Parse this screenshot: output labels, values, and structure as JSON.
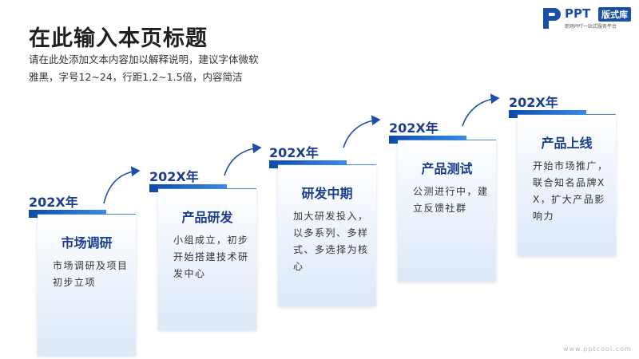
{
  "header": {
    "title": "在此输入本页标题",
    "subtitle_line1": "请在此处添加文本内容加以解释说明，建议字体微软",
    "subtitle_line2": "雅黑，字号12~24，行距1.2~1.5倍，内容简洁"
  },
  "logo": {
    "ppt": "PPT",
    "badge": "版式库",
    "tagline": "职场PPT一站式服务平台"
  },
  "watermark": "www.pptcool.com",
  "colors": {
    "accent": "#1a4fa8",
    "title_blue": "#1a3d8f",
    "bar_start": "#0e4aa8",
    "bar_end": "#3a8ce8"
  },
  "steps": [
    {
      "year": "202X年",
      "title": "市场调研",
      "text": "市场调研及项目初步立项"
    },
    {
      "year": "202X年",
      "title": "产品研发",
      "text": "小组成立，初步开始搭建技术研发中心"
    },
    {
      "year": "202X年",
      "title": "研发中期",
      "text": "加大研发投入，以多系列、多样式、多选择为核心"
    },
    {
      "year": "202X年",
      "title": "产品测试",
      "text": "公测进行中，建立反馈社群"
    },
    {
      "year": "202X年",
      "title": "产品上线",
      "text": "开始市场推广，联合知名品牌XX，扩大产品影响力"
    }
  ]
}
